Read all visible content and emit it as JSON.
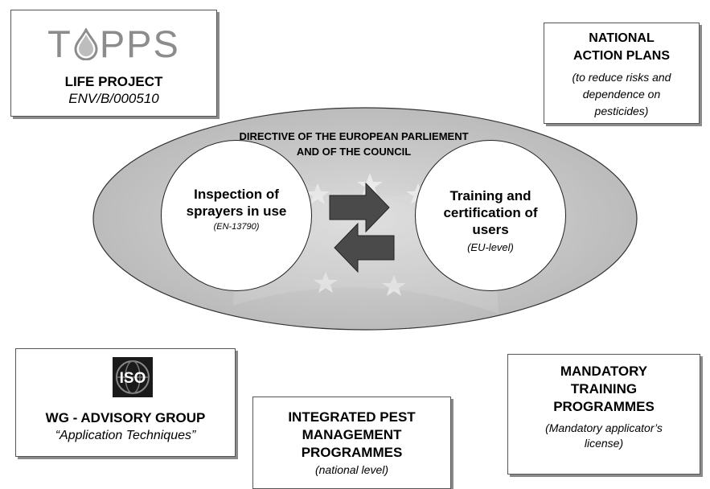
{
  "topps": {
    "logo_text": "TOPPS",
    "title": "LIFE PROJECT",
    "code": "ENV/B/000510"
  },
  "national_plans": {
    "title_lines": [
      "NATIONAL",
      "ACTION PLANS"
    ],
    "sub_lines": [
      "(to reduce risks and",
      "dependence on",
      "pesticides)"
    ]
  },
  "directive": {
    "title_lines": [
      "DIRECTIVE OF THE EUROPEAN PARLIEMENT",
      "AND OF THE COUNCIL"
    ],
    "left": {
      "title_lines": [
        "Inspection of",
        "sprayers in use"
      ],
      "sub": "(EN-13790)"
    },
    "right": {
      "title_lines": [
        "Training and",
        "certification of",
        "users"
      ],
      "sub": "(EU-level)"
    }
  },
  "wg": {
    "logo_text": "ISO",
    "title": "WG - ADVISORY GROUP",
    "sub": "“Application Techniques”"
  },
  "ipm": {
    "title_lines": [
      "INTEGRATED PEST",
      "MANAGEMENT",
      "PROGRAMMES"
    ],
    "sub": "(national level)"
  },
  "mandatory": {
    "title_lines": [
      "MANDATORY",
      "TRAINING",
      "PROGRAMMES"
    ],
    "sub_lines": [
      "(Mandatory applicator’s",
      "license)"
    ]
  },
  "colors": {
    "ellipse_fill": "#c9c9c9",
    "arrow_fill": "#4a4a4a",
    "logo_grey": "#8c8c8c"
  }
}
